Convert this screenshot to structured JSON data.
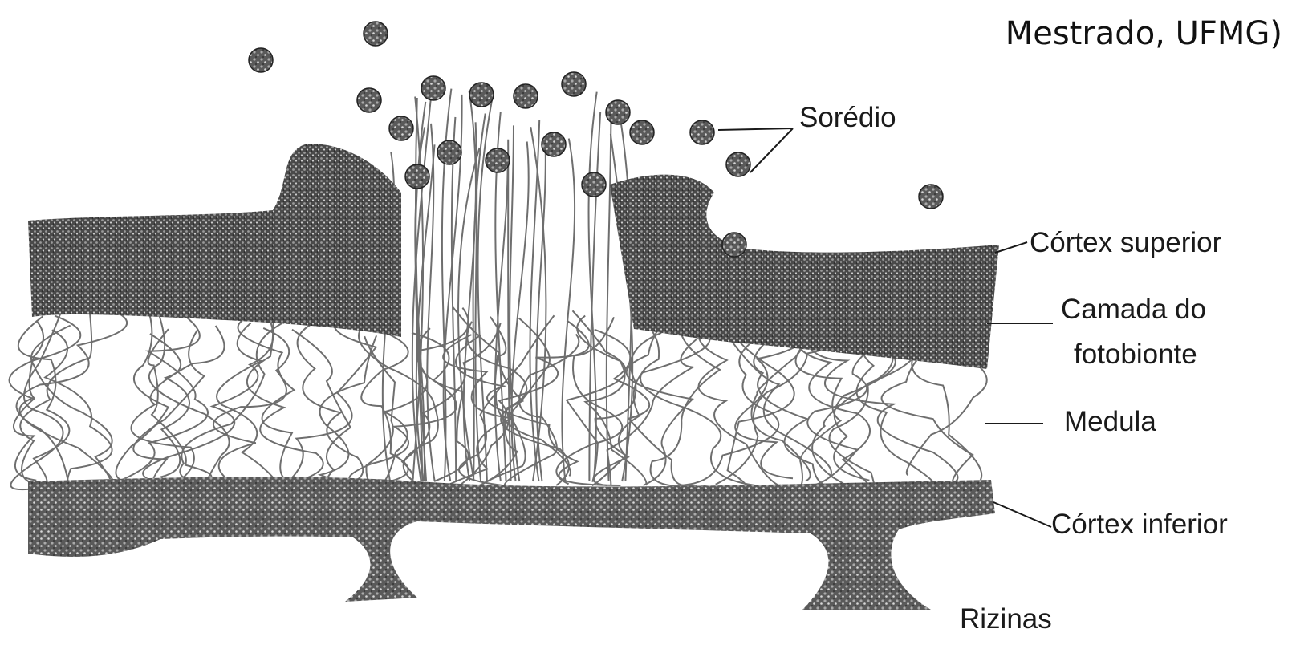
{
  "corner_text": {
    "line1_partial": "(    )",
    "line2": "Mestrado, UFMG)"
  },
  "labels": {
    "soredio": "Sorédio",
    "cortex_superior": "Córtex superior",
    "camada_line1": "Camada do",
    "camada_line2": "fotobionte",
    "medula": "Medula",
    "cortex_inferior": "Córtex inferior",
    "rizinas": "Rizinas"
  },
  "colors": {
    "ink": "#1a1a1a",
    "tissue_dark": "#3a3a3a",
    "tissue_mid": "#6b6b6b",
    "hyphae": "#555555"
  }
}
